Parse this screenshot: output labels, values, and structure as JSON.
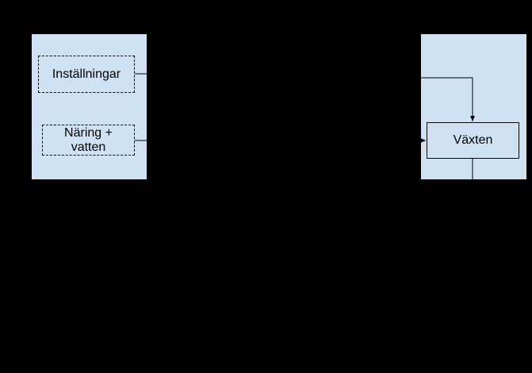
{
  "diagram": {
    "colors": {
      "background": "#000000",
      "panel_fill": "#cfe2f3",
      "stroke": "#000000"
    },
    "nodes": {
      "installningar": {
        "label": "Inställningar",
        "border": "dashed"
      },
      "naring": {
        "label": "Näring + vatten",
        "border": "dashed"
      },
      "vaxten": {
        "label": "Växten",
        "border": "solid"
      }
    },
    "edges": [
      {
        "from": "installningar",
        "to": "vaxten",
        "arrow": true
      },
      {
        "from": "naring",
        "to": "vaxten",
        "arrow": true
      }
    ]
  }
}
